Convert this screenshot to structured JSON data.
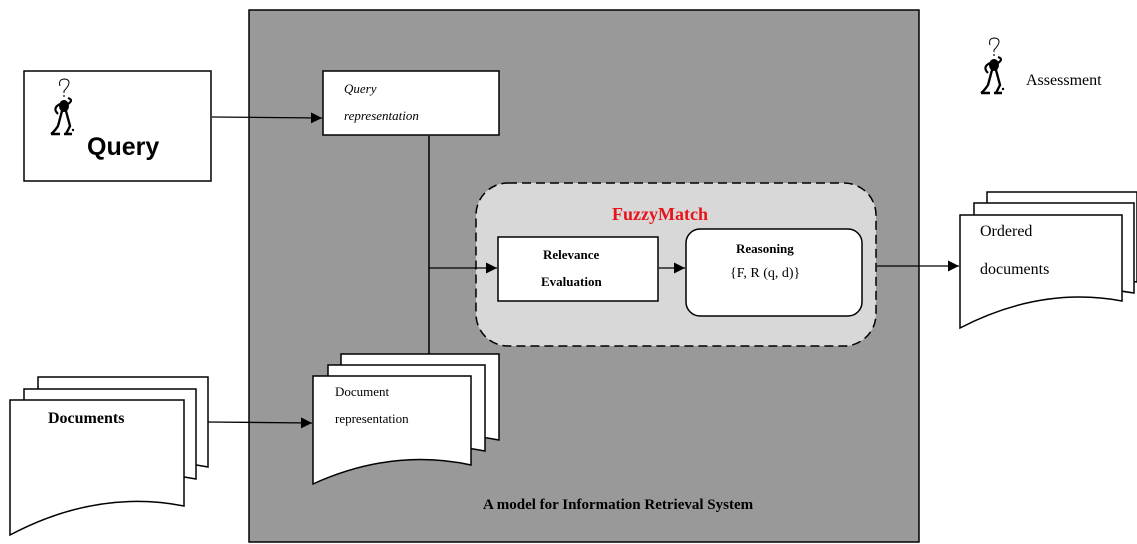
{
  "query": {
    "label": "Query"
  },
  "query_representation": {
    "line1": "Query",
    "line2": "representation"
  },
  "fuzzy_match": {
    "title": "FuzzyMatch",
    "title_color": "#e8141b"
  },
  "relevance": {
    "line1": "Relevance",
    "line2": "Evaluation"
  },
  "reasoning": {
    "title": "Reasoning",
    "formula": "{F, R (q, d)}"
  },
  "documents": {
    "label": "Documents"
  },
  "document_representation": {
    "line1": "Document",
    "line2": "representation"
  },
  "ordered": {
    "line1": "Ordered",
    "line2": "documents"
  },
  "assessment": {
    "label": "Assessment"
  },
  "caption": "A model for Information Retrieval System",
  "colors": {
    "system_bg": "#999999",
    "fuzzy_bg": "#d8d8d8"
  }
}
